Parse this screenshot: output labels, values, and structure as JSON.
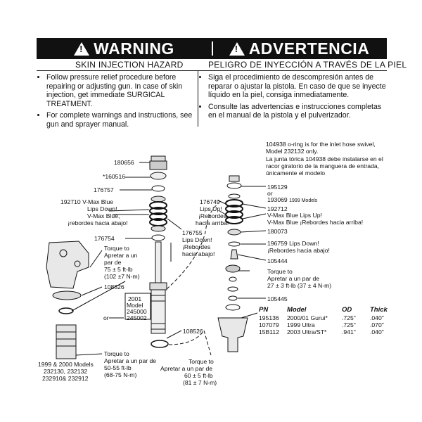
{
  "banner": {
    "warning_en": "WARNING",
    "warning_es": "ADVERTENCIA",
    "subhead_en": "SKIN INJECTION HAZARD",
    "subhead_es": "PELIGRO DE INYECCIÓN A TRAVÉS DE LA PIEL",
    "icon_glyph": "!"
  },
  "bullets_en": [
    "Follow pressure relief procedure before repairing or adjusting gun. In case of skin injection, get immediate SURGICAL TREATMENT.",
    "For complete warnings and instructions, see gun and sprayer manual."
  ],
  "bullets_es": [
    "Siga el procedimiento de descompresión antes de reparar o ajustar la pistola. En caso de que se inyecte líquido en la piel, consiga inmediatamente.",
    "Consulte las advertencias e instrucciones completas en el manual de la pistola y el pulverizador."
  ],
  "notes": {
    "oring_note": "104938 o-ring is for the inlet hose swivel, Model 232132 only.",
    "oring_note_es": "La junta tórica 104938 debe instalarse en el racor giratorio de la manguera de entrada, únicamente el modelo"
  },
  "left_labels": {
    "p180656": "180656",
    "p160516": "*160516",
    "p176757": "176757",
    "p192710": "192710 V-Max Blue",
    "lips_down": "Lips Down!",
    "vmax_blue": "V-Max Blue,",
    "rebordes_abajo": "¡rebordes hacia abajo!",
    "p176754": "176754",
    "torque75_1": "Torque to",
    "torque75_2": "Apretar a un",
    "torque75_3": "par de",
    "torque75_4": "75 ± 5 ft-lb",
    "torque75_5": "(102 ±7 N-m)",
    "p108526a": "108526",
    "or": "or",
    "m2001_1": "2001",
    "m2001_2": "Model",
    "m2001_3": "245000",
    "m2001_4": "245002",
    "p108526b": "108526",
    "models_1": "1999 & 2000 Models",
    "models_2": "232130, 232132",
    "models_3": "232910& 232912",
    "torque50_1": "Torque to",
    "torque50_2": "Apretar a un par de",
    "torque50_3": "50-55 ft-lb",
    "torque50_4": "(68-75 N-m)",
    "p176755_1": "176755",
    "p176755_2": "Lips Down!",
    "p176755_3": "¡Rebordes",
    "p176755_4": "hacia abajo!"
  },
  "center_labels": {
    "torque60_1": "Torque to",
    "torque60_2": "Apretar a un par de",
    "torque60_3": "60 ± 5 ft-lb",
    "torque60_4": "(81 ± 7 N-m)"
  },
  "right_labels": {
    "p176749_1": "176749",
    "p176749_2": "Lips Up!",
    "p176749_3": "¡Rebordes",
    "p176749_4": "hacia arriba!",
    "p195129": "195129",
    "or": "or",
    "p193069": "193069",
    "models_1999": "1999 Models",
    "p192712_1": "192712",
    "p192712_2": "V-Max Blue Lips Up!",
    "p192712_3": "V-Max Blue ¡Rebordes hacia arriba!",
    "p180073": "180073",
    "p196759_1": "196759 Lips Down!",
    "p196759_2": "¡Rebordes hacia abajo!",
    "p105444": "105444",
    "torque27_1": "Torque to",
    "torque27_2": "Apretar a un par de",
    "torque27_3": "27 ± 3 ft-lb (37 ± 4 N-m)",
    "p105445": "105445"
  },
  "table": {
    "headers": [
      "PN",
      "Model",
      "OD",
      "Thick"
    ],
    "rows": [
      [
        "195136",
        "2000/01 Gurui*",
        ".725\"",
        ".040\""
      ],
      [
        "107079",
        "1999 Ultra",
        ".725\"",
        ".070\""
      ],
      [
        "15B112",
        "2003 Ultra/ST*",
        ".941\"",
        ".040\""
      ]
    ]
  }
}
